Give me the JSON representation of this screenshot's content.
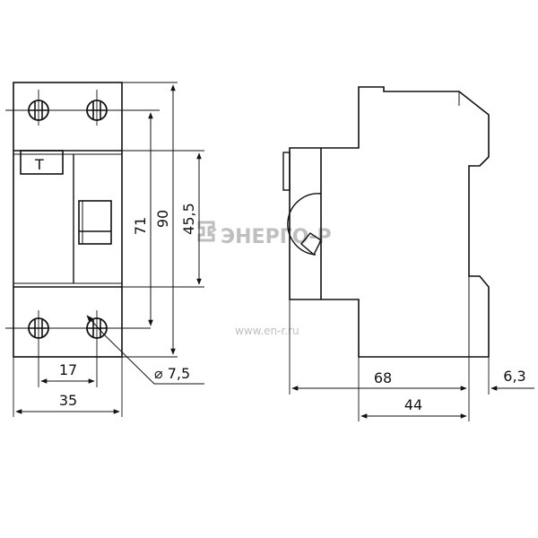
{
  "watermark": {
    "brand": "ЭНЕРГО-Р",
    "url": "www.en-r.ru"
  },
  "front_view": {
    "button_label": "T",
    "dimensions": {
      "width_total": "35",
      "terminal_spacing": "17",
      "height_inner": "71",
      "height_total": "90",
      "height_middle": "45,5",
      "hole_diameter": "⌀ 7,5"
    }
  },
  "side_view": {
    "dimensions": {
      "depth_total": "68",
      "depth_base": "44",
      "rail_offset": "6,3"
    }
  },
  "colors": {
    "line": "#111111",
    "watermark": "#bfbfbf",
    "background": "#ffffff"
  }
}
